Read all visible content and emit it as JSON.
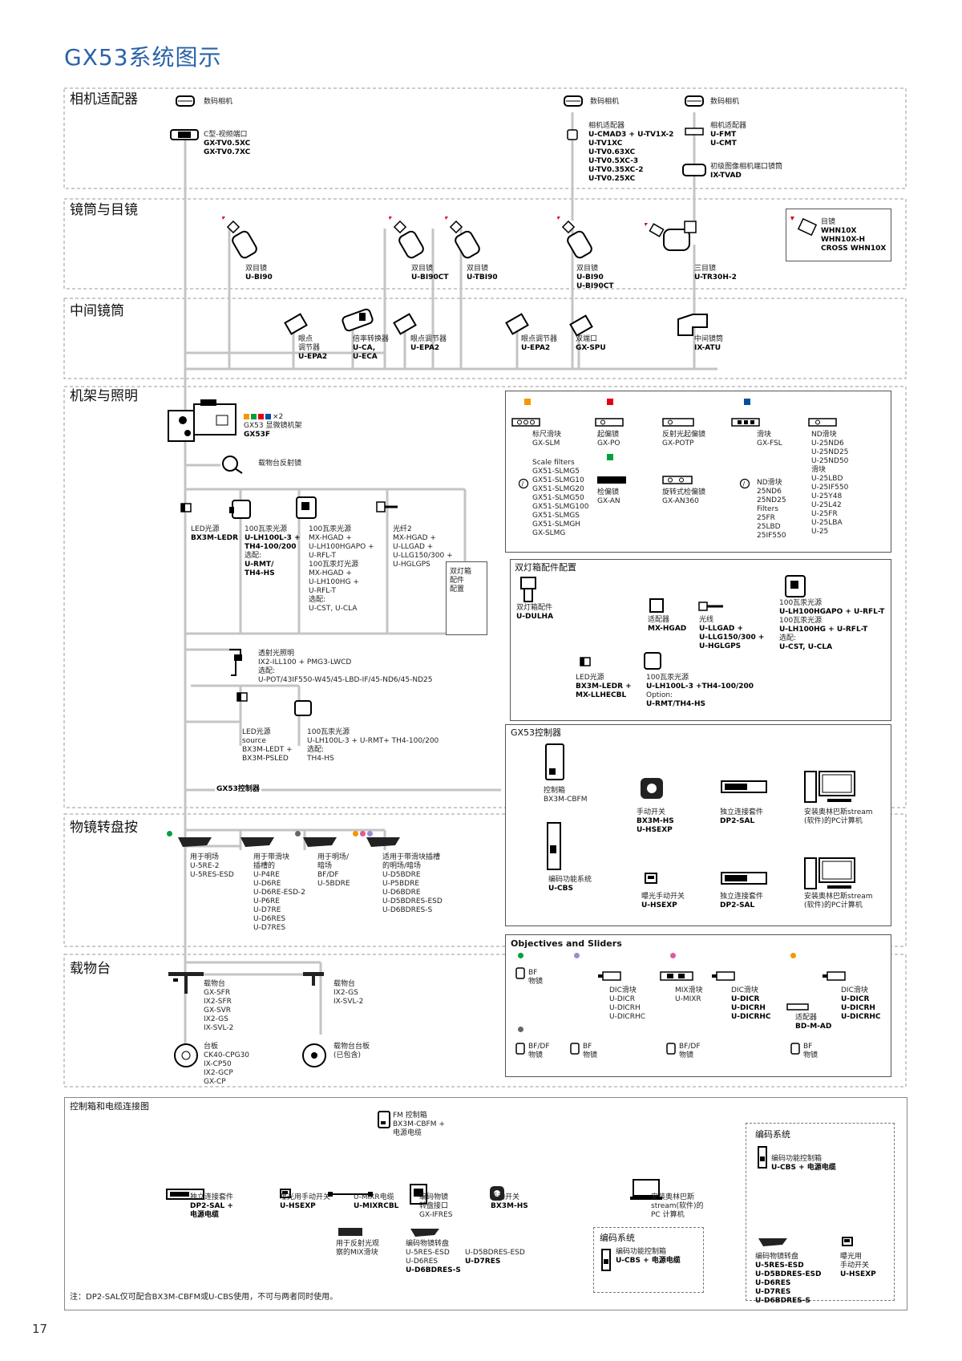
{
  "title": "GX53系统图示",
  "page_number": "17",
  "sections": {
    "camera_adapter": "相机适配器",
    "tube_eyepiece": "镜筒与目镜",
    "intermediate": "中间镜筒",
    "frame_light": "机架与照明",
    "nosepiece": "物镜转盘按",
    "stage": "载物台"
  },
  "camera": {
    "cam1": "数码相机",
    "cmount_l1": "C型-视频端口",
    "cmount_l2": "GX-TV0.5XC",
    "cmount_l3": "GX-TV0.7XC",
    "cam2": "数码相机",
    "adapter2_l1": "相机适配器",
    "adapter2_l2": "U-CMAD3 + U-TV1X-2",
    "adapter2_l3": "U-TV1XC",
    "adapter2_l4": "U-TV0.63XC",
    "adapter2_l5": "U-TV0.5XC-3",
    "adapter2_l6": "U-TV0.35XC-2",
    "adapter2_l7": "U-TV0.25XC",
    "cam3": "数码相机",
    "adapter3_l1": "相机适配器",
    "adapter3_l2": "U-FMT",
    "adapter3_l3": "U-CMT",
    "port_l1": "初级图像相机端口镜筒",
    "port_l2": "IX-TVAD"
  },
  "tubes": {
    "t1_l1": "双目镜",
    "t1_l2": "U-BI90",
    "t2_l1": "双目镜",
    "t2_l2": "U-BI90CT",
    "t3_l1": "双目镜",
    "t3_l2": "U-TBI90",
    "t4_l1": "双目镜",
    "t4_l2": "U-BI90",
    "t4_l3": "U-BI90CT",
    "t5_l1": "三目镜",
    "t5_l2": "U-TR30H-2",
    "eye_l1": "目镜",
    "eye_l2": "WHN10X",
    "eye_l3": "WHN10X-H",
    "eye_l4": "CROSS WHN10X"
  },
  "intermediate": {
    "i1_l1": "眼点",
    "i1_l2": "调节器",
    "i1_l3": "U-EPA2",
    "i2_l1": "倍率转换器",
    "i2_l2": "U-CA,",
    "i2_l3": "U-ECA",
    "i3_l1": "眼点调节器",
    "i3_l2": "U-EPA2",
    "i4_l1": "眼点调节器",
    "i4_l2": "U-EPA2",
    "i5_l1": "双端口",
    "i5_l2": "GX-SPU",
    "i6_l1": "中间镜筒",
    "i6_l2": "IX-ATU"
  },
  "frame": {
    "x2": "×2",
    "frame_l1": "GX53 显微镜机架",
    "frame_l2": "GX53F",
    "reflector": "载物台反射镜",
    "led_l1": "LED光源",
    "led_l2": "BX3M-LEDR",
    "hg_l1": "100瓦汞光源",
    "hg_l2": "U-LH100L-3 +",
    "hg_l3": "TH4-100/200",
    "hg_l4": "选配:",
    "hg_l5": "U-RMT/",
    "hg_l6": "TH4-HS",
    "hg2_l1": "100瓦汞光源",
    "hg2_l2": "MX-HGAD +",
    "hg2_l3": "U-LH100HGAPO +",
    "hg2_l4": "U-RFL-T",
    "hg2_l5": "100瓦汞灯光源",
    "hg2_l6": "MX-HGAD +",
    "hg2_l7": "U-LH100HG +",
    "hg2_l8": "U-RFL-T",
    "hg2_l9": "选配:",
    "hg2_l10": "U-CST, U-CLA",
    "fiber_l1": "光纤2",
    "fiber_l2": "MX-HGAD +",
    "fiber_l3": "U-LLGAD +",
    "fiber_l4": "U-LLG150/300 +",
    "fiber_l5": "U-HGLGPS",
    "dual_l1": "双灯箱",
    "dual_l2": "配件",
    "dual_l3": "配置",
    "trans_l1": "透射光照明",
    "trans_l2": "IX2-ILL100 + PMG3-LWCD",
    "trans_l3": "选配:",
    "trans_l4": "U-POT/43IF550-W45/45-LBD-IF/45-ND6/45-ND25",
    "tled_l1": "LED光源",
    "tled_l2": "source",
    "tled_l3": "BX3M-LEDT +",
    "tled_l4": "BX3M-PSLED",
    "thg_l1": "100瓦汞光源",
    "thg_l2": "U-LH100L-3 + U-RMT+ TH4-100/200",
    "thg_l3": "选配:",
    "thg_l4": "TH4-HS",
    "ctrl": "GX53控制器"
  },
  "sliders": {
    "s1_l1": "标尺滑块",
    "s1_l2": "GX-SLM",
    "s2_l1": "起偏镜",
    "s2_l2": "GX-PO",
    "s3_l1": "反射光起偏镜",
    "s3_l2": "GX-POTP",
    "s4_l1": "滑块",
    "s4_l2": "GX-FSL",
    "nd_list": [
      "ND滑块",
      "U-25ND6",
      "U-25ND25",
      "U-25ND50",
      "滑块",
      "U-25LBD",
      "U-25IF550",
      "U-25Y48",
      "U-25L42",
      "U-25FR",
      "U-25LBA",
      "U-25"
    ],
    "scale_list": [
      "Scale filters",
      "GX51-SLMG5",
      "GX51-SLMG10",
      "GX51-SLMG20",
      "GX51-SLMG50",
      "GX51-SLMG100",
      "GX51-SLMGS",
      "GX51-SLMGH",
      "GX-SLMG"
    ],
    "an_l1": "检偏镜",
    "an_l2": "GX-AN",
    "an2_l1": "旋转式检偏镜",
    "an2_l2": "GX-AN360",
    "ndf_list": [
      "ND滑块",
      "25ND6",
      "25ND25",
      "Filters",
      "25FR",
      "25LBD",
      "25IF550"
    ]
  },
  "dual_box": {
    "title": "双灯箱配件配置",
    "acc_l1": "双灯箱配件",
    "acc_l2": "U-DULHA",
    "ad_l1": "适配器",
    "ad_l2": "MX-HGAD",
    "fb_l1": "光线",
    "fb_l2": "U-LLGAD +",
    "fb_l3": "U-LLG150/300 +",
    "fb_l4": "U-HGLGPS",
    "hg_l1": "100瓦汞光源",
    "hg_l2": "U-LH100HGAPO + U-RFL-T",
    "hg_l3": "100瓦汞光源",
    "hg_l4": "U-LH100HG + U-RFL-T",
    "hg_l5": "选配:",
    "hg_l6": "U-CST, U-CLA",
    "led_l1": "LED光源",
    "led_l2": "BX3M-LEDR +",
    "led_l3": "MX-LLHECBL",
    "hg2_l1": "100瓦汞光源",
    "hg2_l2": "U-LH100L-3 +TH4-100/200",
    "hg2_l3": "Option:",
    "hg2_l4": "U-RMT/TH4-HS"
  },
  "controller_box": {
    "title": "GX53控制器",
    "ctrl_l1": "控制箱",
    "ctrl_l2": "BX3M-CBFM",
    "hs_l1": "手动开关",
    "hs_l2": "BX3M-HS",
    "hs_l3": "U-HSEXP",
    "dp_l1": "独立连接套件",
    "dp_l2": "DP2-SAL",
    "pc_l1": "安装奥林巴斯stream",
    "pc_l2": "(软件)的PC计算机",
    "cbs_l1": "编码功能系统",
    "cbs_l2": "U-CBS",
    "hsexp_l1": "曝光手动开关",
    "hsexp_l2": "U-HSEXP",
    "dp2_l1": "独立连接套件",
    "dp2_l2": "DP2-SAL",
    "pc2_l1": "安装奥林巴斯stream",
    "pc2_l2": "(软件)的PC计算机"
  },
  "nosepiece": {
    "n1": [
      "用于明场",
      "U-5RE-2",
      "U-5RES-ESD"
    ],
    "n2": [
      "用于带滑块",
      "插槽的",
      "U-P4RE",
      "U-D6RE",
      "U-D6RE-ESD-2",
      "U-P6RE",
      "U-D7RE",
      "U-D6RES",
      "U-D7RES"
    ],
    "n3": [
      "用于明场/",
      "暗场",
      "BF/DF",
      "U-5BDRE"
    ],
    "n4": [
      "适用于带滑块插槽",
      "的明场/暗场",
      "U-D5BDRE",
      "U-P5BDRE",
      "U-D6BDRE",
      "U-D5BDRES-ESD",
      "U-D6BDRES-S"
    ]
  },
  "objectives": {
    "title": "Objectives and Sliders",
    "bf1": [
      "BF",
      "物镜"
    ],
    "dic1": [
      "DIC滑块",
      "U-DICR",
      "U-DICRH",
      "U-DICRHC"
    ],
    "mix": [
      "MIX滑块",
      "U-MIXR"
    ],
    "dic2": [
      "DIC滑块",
      "U-DICR",
      "U-DICRH",
      "U-DICRHC"
    ],
    "dic3": [
      "DIC滑块",
      "U-DICR",
      "U-DICRH",
      "U-DICRHC"
    ],
    "adapter": [
      "适配器",
      "BD-M-AD"
    ],
    "bfdf1": [
      "BF/DF",
      "物镜"
    ],
    "bf2": [
      "BF",
      "物镜"
    ],
    "bfdf2": [
      "BF/DF",
      "物镜"
    ],
    "bf3": [
      "BF",
      "物镜"
    ]
  },
  "stage": {
    "st1": [
      "载物台",
      "GX-SFR",
      "IX2-SFR",
      "GX-SVR",
      "IX2-GS",
      "IX-SVL-2"
    ],
    "st2": [
      "载物台",
      "IX2-GS",
      "IX-SVL-2"
    ],
    "plate1": [
      "台板",
      "CK40-CPG30",
      "IX-CP50",
      "IX2-GCP",
      "GX-CP"
    ],
    "plate2": [
      "载物台台板",
      "(已包含)"
    ]
  },
  "cable": {
    "title": "控制箱和电缆连接图",
    "fm": [
      "FM 控制箱",
      "BX3M-CBFM +",
      "电源电缆"
    ],
    "dp": [
      "独立连接套件",
      "DP2-SAL +",
      "电源电缆"
    ],
    "hsexp": [
      "曝光用手动开关",
      "U-HSEXP"
    ],
    "mixr": [
      "U-MIXR电缆",
      "U-MIXRCBL"
    ],
    "ifres": [
      "编码物镜",
      "转盘接口",
      "GX-IFRES"
    ],
    "hs": [
      "手动开关",
      "BX3M-HS"
    ],
    "pc": [
      "安装奥林巴斯",
      "stream(软件)的",
      "PC 计算机"
    ],
    "mixslider": [
      "用于反射光观",
      "察的MIX滑块"
    ],
    "encnose": [
      "编码物镜转盘",
      "U-5RES-ESD",
      "U-D6RES",
      "U-D6BDRES-S"
    ],
    "encnose2": [
      "U-D5BDRES-ESD",
      "U-D7RES"
    ],
    "enc_title": "编码系统",
    "enc_ctrl": [
      "编码功能控制箱",
      "U-CBS + 电源电缆"
    ],
    "enc2_title": "编码系统",
    "enc2_ctrl": [
      "编码功能控制箱",
      "U-CBS + 电源电缆"
    ],
    "enc2_nose": [
      "编码物镜转盘",
      "U-5RES-ESD",
      "U-D5BDRES-ESD",
      "U-D6RES",
      "U-D7RES",
      "U-D6BDRES-S"
    ],
    "enc2_sw": [
      "曝光用",
      "手动开关",
      "U-HSEXP"
    ],
    "note": "注：DP2-SAL仅可配合BX3M-CBFM或U-CBS使用，不可与两者同时使用。"
  },
  "colors": {
    "title": "#2a62a8",
    "star": "#d0021b",
    "line": "#bdbdbd",
    "orange": "#f39800",
    "red": "#e60012",
    "blue": "#0050a0",
    "green": "#00a040",
    "purple": "#9b8fd0",
    "pink": "#e05aa0",
    "gray": "#666666"
  }
}
